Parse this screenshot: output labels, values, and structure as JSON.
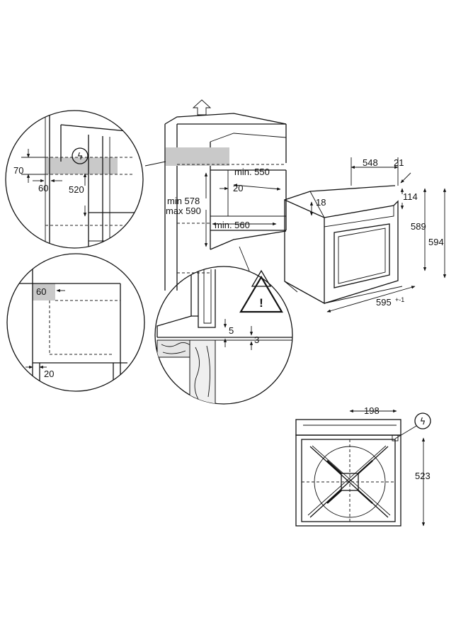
{
  "labels": {
    "d70": "70",
    "d60_top": "60",
    "d520": "520",
    "d60_box": "60",
    "d20_left": "20",
    "min550": "min. 550",
    "d20_cab": "20",
    "min578": "min 578",
    "max590": "max 590",
    "min560": "min. 560",
    "d5": "5",
    "d3": "3",
    "d548": "548",
    "d21": "21",
    "d114": "114",
    "d18": "18",
    "d589": "589",
    "d594": "594",
    "d595": "595",
    "d595_tol": "+-1",
    "d198": "198",
    "d523": "523"
  },
  "symbols": {
    "warning": "!",
    "electric": "ϟ"
  }
}
